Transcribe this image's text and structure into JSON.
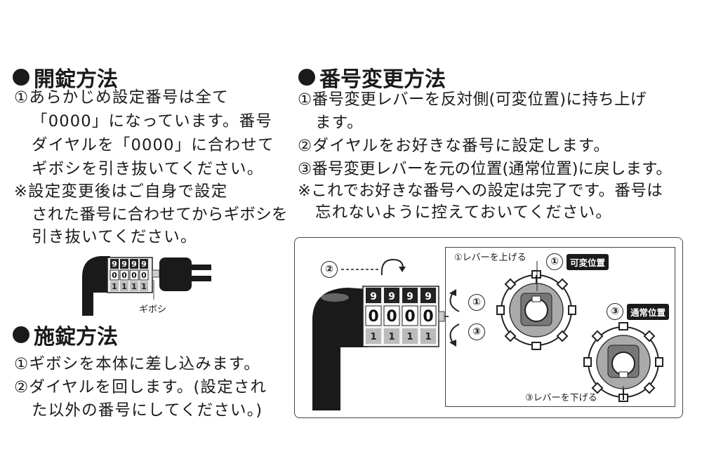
{
  "unlock": {
    "heading": "開錠方法",
    "lines": [
      "①あらかじめ設定番号は全て",
      "「0000」になっています。番号",
      "ダイヤルを「0000」に合わせて",
      "ギボシを引き抜いてください。",
      "※設定変更後はご自身で設定",
      "された番号に合わせてからギボシを",
      "引き抜いてください。"
    ],
    "illustration": {
      "dial_row1": [
        "9",
        "9",
        "9",
        "9"
      ],
      "dial_row2": [
        "0",
        "0",
        "0",
        "0"
      ],
      "dial_row3": [
        "1",
        "1",
        "1",
        "1"
      ],
      "label": "ギボシ"
    }
  },
  "lock": {
    "heading": "施錠方法",
    "lines": [
      "①ギボシを本体に差し込みます。",
      "②ダイヤルを回します。(設定され",
      "た以外の番号にしてください。)"
    ]
  },
  "change": {
    "heading": "番号変更方法",
    "lines": [
      "①番号変更レバーを反対側(可変位置)に持ち上げ",
      "ます。",
      "②ダイヤルをお好きな番号に設定します。",
      "③番号変更レバーを元の位置(通常位置)に戻します。",
      "※これでお好きな番号への設定は完了です。番号は",
      "忘れないように控えておいてください。"
    ],
    "diagram": {
      "step2_num": "②",
      "step1_num": "①",
      "step3_num": "③",
      "dial_row1": [
        "9",
        "9",
        "9",
        "9"
      ],
      "dial_row2": [
        "0",
        "0",
        "0",
        "0"
      ],
      "dial_row3": [
        "1",
        "1",
        "1",
        "1"
      ],
      "lever_up_caption": "①レバーを上げる",
      "variable_num": "①",
      "variable_label": "可変位置",
      "normal_num": "③",
      "normal_label": "通常位置",
      "lever_down_caption": "③レバーを下げる"
    }
  }
}
